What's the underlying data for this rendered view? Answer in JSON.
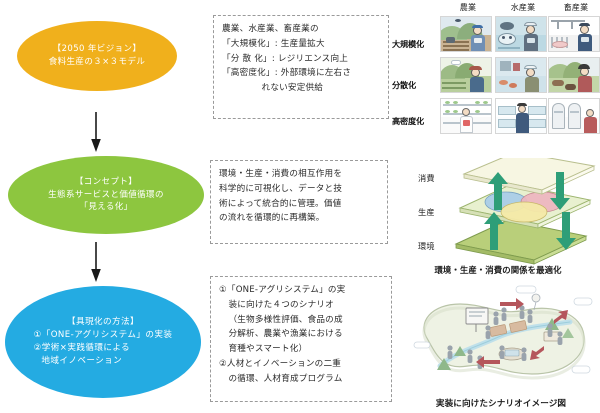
{
  "colors": {
    "vision_ellipse": "#F0B01C",
    "concept_ellipse": "#8DC63F",
    "method_ellipse": "#24ABE2",
    "arrow": "#1a1a1a",
    "box_border": "#9a9a9a",
    "layer_arrow": "#2E9E78"
  },
  "vision": {
    "ellipse": {
      "line1": "【2050 年ビジョン】",
      "line2": "食料生産の３×３モデル"
    },
    "textbox": {
      "line1": "農業、水産業、畜産業の",
      "line2": "「大規模化」: 生産量拡大",
      "line3": "「分 散 化」: レジリエンス向上",
      "line4": "「高密度化」: 外部環境に左右さ",
      "line5": "れない安定供給"
    },
    "panel": {
      "columns": [
        "農業",
        "水産業",
        "畜産業"
      ],
      "rows": [
        "大規模化",
        "分散化",
        "高密度化"
      ]
    }
  },
  "concept": {
    "ellipse": {
      "line1": "【コンセプト】",
      "line2": "生態系サービスと価値循環の",
      "line3": "「見える化」"
    },
    "textbox": {
      "line1": "環境・生産・消費の相互作用を",
      "line2": "科学的に可視化し、データと技",
      "line3": "術によって統合的に管理。価値",
      "line4": "の流れを循環的に再構築。"
    },
    "panel": {
      "layers": [
        "消費",
        "生産",
        "環境"
      ],
      "caption": "環境・生産・消費の関係を最適化"
    }
  },
  "method": {
    "ellipse": {
      "line1": "【具現化の方法】",
      "line2": "①「ONE-アグリシステム」の実装",
      "line3": "②学術×実践循環による",
      "line4": "地域イノベーション"
    },
    "textbox": {
      "line1": "①「ONE-アグリシステム」の実",
      "line2": "装に向けた４つのシナリオ",
      "line3": "（生物多様性評価、食品の成",
      "line4": "分解析、農業や漁業における",
      "line5": "育種やスマート化）",
      "line6": "②人材とイノベーションの二重",
      "line7": "の循環、人材育成プログラム"
    },
    "panel": {
      "caption": "実装に向けたシナリオイメージ図"
    }
  }
}
